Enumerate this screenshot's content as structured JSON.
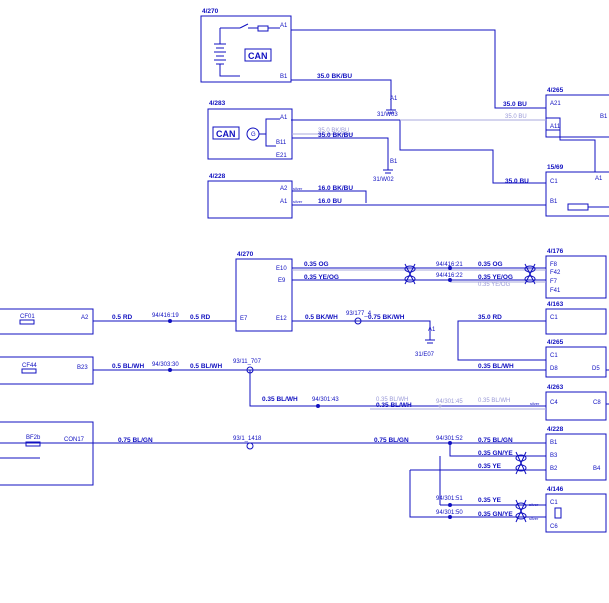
{
  "components": {
    "c4270": {
      "id": "4/270",
      "pins": {
        "a1": "A1",
        "b1": "B1"
      },
      "label": "CAN"
    },
    "c4283": {
      "id": "4/283",
      "pins": {
        "a1": "A1",
        "b11": "B11",
        "e21": "E21"
      },
      "label": "CAN",
      "gen": "G"
    },
    "c4228": {
      "id": "4/228",
      "pins": {
        "a2": "A2",
        "a1": "A1"
      },
      "tag": "silver"
    },
    "c4265": {
      "id": "4/265",
      "pins": {
        "a21": "A21",
        "a11": "A11",
        "b1": "B1"
      }
    },
    "c1569": {
      "id": "15/69",
      "pins": {
        "c1": "C1",
        "b1": "B1",
        "a1": "A1"
      }
    },
    "c4270b": {
      "id": "4/270",
      "pins": {
        "e10": "E10",
        "e9": "E9",
        "e7": "E7",
        "e12": "E12"
      }
    },
    "c4176": {
      "id": "4/176",
      "pins": {
        "f8": "F8",
        "f42": "F42",
        "f7": "F7",
        "f41": "F41"
      }
    },
    "c4163": {
      "id": "4/163",
      "pins": {
        "c1": "C1"
      }
    },
    "c4265b": {
      "id": "4/265",
      "pins": {
        "c1": "C1",
        "d8": "D8",
        "d5": "D5"
      }
    },
    "c4263": {
      "id": "4/263",
      "pins": {
        "c4": "C4",
        "c8": "C8"
      },
      "tag": "silver"
    },
    "c4228b": {
      "id": "4/228",
      "pins": {
        "b1": "B1",
        "b3": "B3",
        "b2": "B2",
        "b4": "B4"
      }
    },
    "c4146": {
      "id": "4/146",
      "pins": {
        "c1": "C1",
        "c6": "C6"
      },
      "tag1": "silver",
      "tag2": "silver"
    },
    "left1": {
      "ref": "CF01",
      "pin": "A2"
    },
    "left2": {
      "ref": "CF44",
      "pin": "B23"
    },
    "left3": {
      "ref": "BF2b",
      "pin": "CON17"
    }
  },
  "wires": {
    "w_b1_bkbu": "35.0 BK/BU",
    "w_35bu": "35.0 BU",
    "w_35bu2": "35.0 BU",
    "w_35bu_gray": "35.0 BU",
    "w_16bkbu": "16.0 BK/BU",
    "w_16bu": "16.0 BU",
    "w_35bkbu_gray": "35.0 BK/BU",
    "w_16bkbu_b11": "35.0 BK/BU",
    "w_035og_l": "0.35 OG",
    "w_035yeog_l": "0.35 YE/OG",
    "w_035og_r": "0.35 OG",
    "w_035yeog_r": "0.35 YE/OG",
    "w_035yeog_gray": "0.35 YE/OG",
    "w_05rd_a": "0.5 RD",
    "w_05rd_b": "0.5 RD",
    "w_05bkwh": "0.5 BK/WH",
    "w_075bkwh": "0.75 BK/WH",
    "w_35rd": "35.0 RD",
    "w_05blwh_a": "0.5 BL/WH",
    "w_05blwh_b": "0.5 BL/WH",
    "w_035blwh_r": "0.35 BL/WH",
    "w_035blwh_c": "0.35 BL/WH",
    "w_035blwh_gray1": "0.35 BL/WH",
    "w_035blwh_gray2": "0.35 BL/WH",
    "w_035blwh_d": "0.35 BL/WH",
    "w_075blgn_a": "0.75 BL/GN",
    "w_075blgn_b": "0.75 BL/GN",
    "w_075blgn_c": "0.75 BL/GN",
    "w_035gnye_a": "0.35 GN/YE",
    "w_035ye_a": "0.35 YE",
    "w_035ye_b": "0.35 YE",
    "w_035gnye_b": "0.35 GN/YE"
  },
  "splices": {
    "s1": "94/416:19",
    "s2": "94/416:21",
    "s3": "94/416:22",
    "s4": "93/177_4",
    "s5": "94/303:30",
    "s6": "93/11_707",
    "s7": "94/301:43",
    "s8": "94/301:45",
    "s9": "93/1_1418",
    "s10": "94/301:52",
    "s11": "94/301:51",
    "s12": "94/301:50"
  },
  "grounds": {
    "g1": {
      "pin": "A1",
      "ref": "31/W03"
    },
    "g2": {
      "pin": "B1",
      "ref": "31/W02"
    },
    "g3": {
      "pin": "A1",
      "ref": "31/E07"
    }
  }
}
